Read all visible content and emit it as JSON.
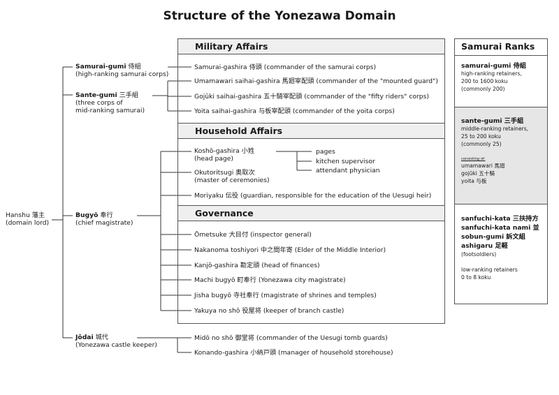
{
  "title": "Structure of the Yonezawa Domain",
  "hanshu": {
    "name": "Hanshu",
    "jp": "藩主",
    "desc": "(domain lord)"
  },
  "samurai_gumi": {
    "name": "Samurai-gumi",
    "jp": "侍組",
    "desc": "(high-ranking samurai corps)"
  },
  "sante_gumi": {
    "name": "Sante-gumi",
    "jp": "三手組",
    "desc1": "(three corps of",
    "desc2": "mid-ranking samurai)"
  },
  "bugyo": {
    "name": "Bugyō",
    "jp": "奉行",
    "desc": "(chief magistrate)"
  },
  "jodai": {
    "name": "Jōdai",
    "jp": "城代",
    "desc": "(Yonezawa castle keeper)"
  },
  "military": {
    "header": "Military Affairs",
    "items": [
      "Samurai-gashira 侍頭 (commander of the samurai corps)",
      "Umamawari saihai-gashira 馬廻宰配頭 (commander of the \"mounted guard\")",
      "Gojūki saihai-gashira 五十騎宰配頭 (commander of the \"fifty riders\" corps)",
      "Yoita saihai-gashira 与板宰配頭 (commander of the yoita corps)"
    ]
  },
  "household": {
    "header": "Household Affairs",
    "kosho_line1": "Koshō-gashira 小姓",
    "kosho_line2": "(head page)",
    "okuto_line1": "Okutoritsugi 奥取次",
    "okuto_line2": "(master of ceremonies)",
    "moriyaku": "Moriyaku 伝役 (guardian, responsible for the education of the Uesugi heir)",
    "sub": [
      "pages",
      "kitchen supervisor",
      "attendant physician"
    ]
  },
  "governance": {
    "header": "Governance",
    "items": [
      "Ōmetsuke 大目付 (inspector general)",
      "Nakanoma toshiyori 中之間年寄 (Elder of the Middle Interior)",
      "Kanjō-gashira 勘定頭 (head of finances)",
      "Machi bugyō 町奉行 (Yonezawa city magistrate)",
      "Jisha bugyō 寺社奉行 (magistrate of shrines and temples)",
      "Yakuya no shō 役屋将 (keeper of branch castle)"
    ]
  },
  "jodai_items": [
    "Midō no shō 御堂将 (commander of the Uesugi tomb guards)",
    "Konando-gashira 小納戸頭 (manager of household storehouse)"
  ],
  "ranks": {
    "header": "Samurai Ranks",
    "r1_title": "samurai-gumi 侍組",
    "r1_lines": [
      "high-ranking retainers,",
      "200 to 1600 koku",
      "(commonly 200)"
    ],
    "r2_title": "sante-gumi 三手組",
    "r2_lines": [
      "middle-ranking retainers,",
      "25 to 200 koku",
      "(commonly 25)"
    ],
    "r2_consisting": "consisting of:",
    "r2_members": [
      "umamawari 馬廻",
      "gojūki 五十騎",
      "yoita 与板"
    ],
    "r3_titles": [
      "sanfuchi-kata 三扶持方",
      "sanfuchi-kata nami 並",
      "sobun-gumi 訴文組",
      "ashigaru 足軽"
    ],
    "r3_foot": "(footsoldiers)",
    "r3_lines": [
      "low-ranking retainers",
      "0 to 8 koku"
    ]
  }
}
